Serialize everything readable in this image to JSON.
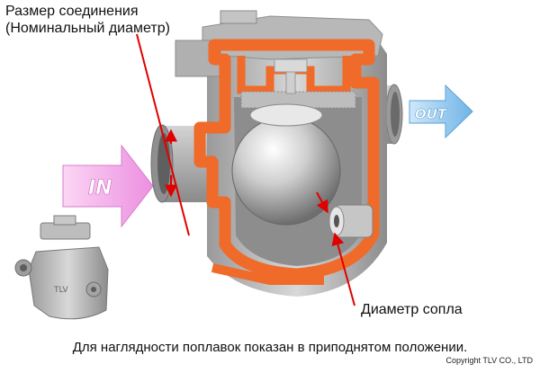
{
  "labels": {
    "connection_size_line1": "Размер соединения",
    "connection_size_line2": "(Номинальный диаметр)",
    "orifice_diameter": "Диаметр сопла",
    "caption": "Для наглядности поплавок показан в приподнятом положении.",
    "copyright": "Copyright TLV CO., LTD"
  },
  "arrows": {
    "in": {
      "text": "IN",
      "color": "#f2a6e8"
    },
    "out": {
      "text": "OUT",
      "color": "#8cc6ee"
    }
  },
  "colors": {
    "body_cut": "#f06a2a",
    "body_grey": "#a9a9a9",
    "float": "#c9c9c9",
    "pointer_red": "#e00000"
  }
}
